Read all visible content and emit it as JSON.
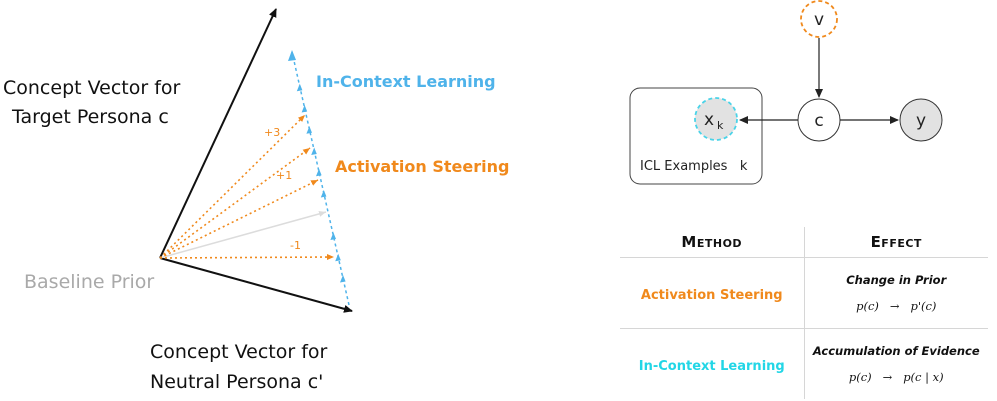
{
  "left_diagram": {
    "target_label_line1": "Concept Vector for",
    "target_label_line2": "Target Persona  c",
    "neutral_label_line1": "Concept Vector for",
    "neutral_label_line2": "Neutral Persona  c'",
    "baseline_label": "Baseline Prior",
    "icl_label": "In-Context Learning",
    "steering_label": "Activation Steering",
    "steer_ticks": [
      "+3",
      "+1",
      "-1"
    ]
  },
  "graphical_model": {
    "node_v": "v",
    "node_c": "c",
    "node_y": "y",
    "node_x": "x",
    "node_x_sub": "k",
    "plate_label": "ICL Examples   k"
  },
  "table": {
    "header_method": "Method",
    "header_effect": "Effect",
    "row1_method": "Activation Steering",
    "row1_effect_title": "Change in Prior",
    "row1_effect_formula": "p(c)   →   p'(c)",
    "row2_method": "In-Context Learning",
    "row2_effect_title": "Accumulation of Evidence",
    "row2_effect_formula": "p(c)   →   p(c | x)"
  },
  "colors": {
    "steering": "#f0891c",
    "icl": "#4fb3ea",
    "icl_table": "#22d6e6",
    "baseline": "#a9a9a9",
    "node_fill": "#e2e2e2"
  }
}
